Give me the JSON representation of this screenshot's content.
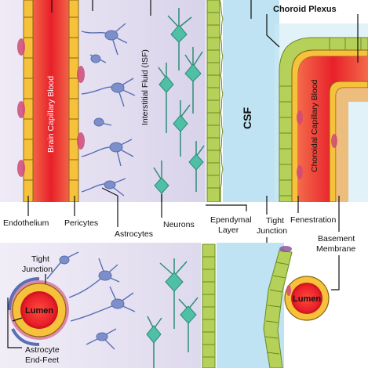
{
  "labels": {
    "choroid_plexus": "Choroid Plexus",
    "brain_capillary_blood": "Brain Capillary Blood",
    "interstitial_fluid": "Interstitial Fluid (ISF)",
    "csf": "CSF",
    "choroidal_capillary_blood": "Choroidal Capillary Blood",
    "endothelium": "Endothelium",
    "pericytes": "Pericytes",
    "astrocytes": "Astrocytes",
    "neurons": "Neurons",
    "ependymal_layer_line1": "Ependymal",
    "ependymal_layer_line2": "Layer",
    "tight_junction_right_line1": "Tight",
    "tight_junction_right_line2": "Junction",
    "fenestration": "Fenestration",
    "basement_membrane_line1": "Basement",
    "basement_membrane_line2": "Membrane",
    "tight_junction_left_line1": "Tight",
    "tight_junction_left_line2": "Junction",
    "lumen_left": "Lumen",
    "lumen_right": "Lumen",
    "astrocyte_end_feet_line1": "Astrocyte",
    "astrocyte_end_feet_line2": "End-Feet"
  },
  "colors": {
    "blood_red": "#e8202a",
    "endothelium_yellow": "#f6c23c",
    "pericyte_pink": "#d04a7a",
    "astrocyte_blue": "#5a6fb4",
    "neuron_teal": "#3aaf98",
    "ependymal_green": "#b5d15a",
    "csf_blue": "#bfe3f2",
    "isf_lavender": "#ded9ee"
  }
}
